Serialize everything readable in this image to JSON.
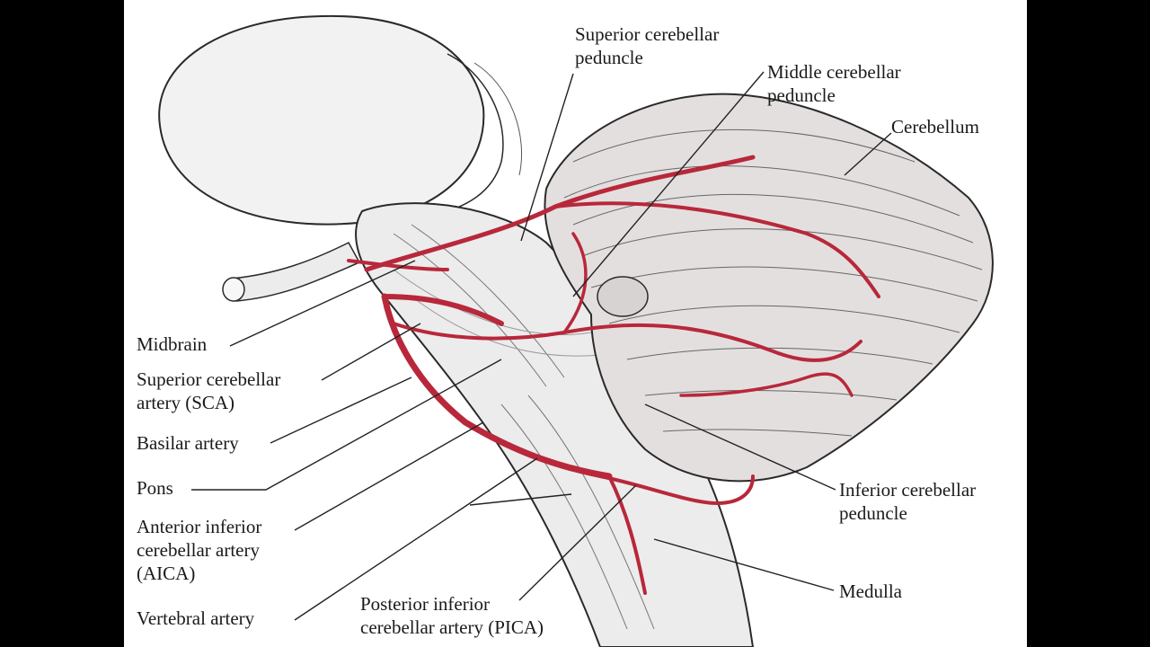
{
  "labels": {
    "superior_cerebellar_peduncle": [
      "Superior cerebellar",
      "peduncle"
    ],
    "middle_cerebellar_peduncle": [
      "Middle cerebellar",
      "peduncle"
    ],
    "cerebellum": [
      "Cerebellum"
    ],
    "midbrain": [
      "Midbrain"
    ],
    "superior_cerebellar_artery": [
      "Superior cerebellar",
      "artery (SCA)"
    ],
    "basilar_artery": [
      "Basilar artery"
    ],
    "pons": [
      "Pons"
    ],
    "aica": [
      "Anterior inferior",
      "cerebellar artery",
      "(AICA)"
    ],
    "vertebral_artery": [
      "Vertebral artery"
    ],
    "pica": [
      "Posterior inferior",
      "cerebellar artery (PICA)"
    ],
    "inferior_cerebellar_peduncle": [
      "Inferior cerebellar",
      "peduncle"
    ],
    "medulla": [
      "Medulla"
    ]
  },
  "colors": {
    "artery": "#b8283a",
    "cerebellum_fill": "#e4dfdf",
    "outline": "#2a2a2a",
    "leader": "#222222"
  }
}
